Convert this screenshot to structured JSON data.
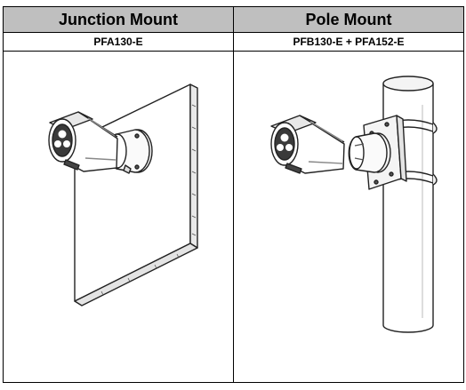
{
  "table": {
    "headers": [
      "Junction Mount",
      "Pole Mount"
    ],
    "models": [
      "PFA130-E",
      "PFB130-E + PFA152-E"
    ],
    "figures": [
      {
        "icon": "camera-on-wall-junction-box-illustration"
      },
      {
        "icon": "camera-on-pole-bracket-illustration"
      }
    ]
  }
}
